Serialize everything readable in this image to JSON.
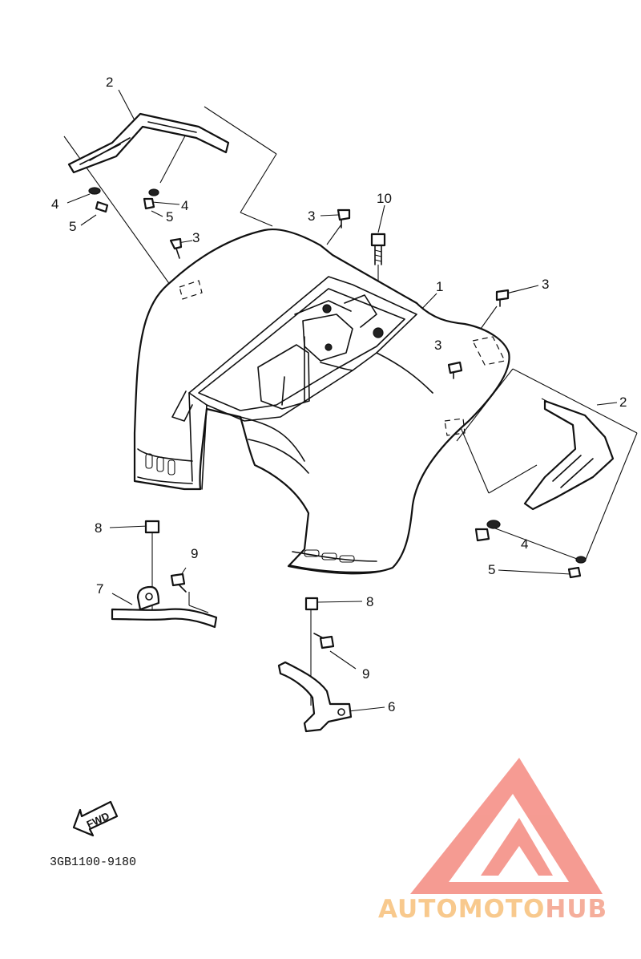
{
  "callouts": [
    {
      "id": "c-2a",
      "label": "2"
    },
    {
      "id": "c-4a",
      "label": "4"
    },
    {
      "id": "c-5a",
      "label": "5"
    },
    {
      "id": "c-4b",
      "label": "4"
    },
    {
      "id": "c-5b",
      "label": "5"
    },
    {
      "id": "c-3a",
      "label": "3"
    },
    {
      "id": "c-3b",
      "label": "3"
    },
    {
      "id": "c-10",
      "label": "10"
    },
    {
      "id": "c-1",
      "label": "1"
    },
    {
      "id": "c-3c",
      "label": "3"
    },
    {
      "id": "c-3d",
      "label": "3"
    },
    {
      "id": "c-2b",
      "label": "2"
    },
    {
      "id": "c-8a",
      "label": "8"
    },
    {
      "id": "c-9a",
      "label": "9"
    },
    {
      "id": "c-7",
      "label": "7"
    },
    {
      "id": "c-8b",
      "label": "8"
    },
    {
      "id": "c-4c",
      "label": "4"
    },
    {
      "id": "c-5c",
      "label": "5"
    },
    {
      "id": "c-9b",
      "label": "9"
    },
    {
      "id": "c-6",
      "label": "6"
    }
  ],
  "direction_marker": "FWD",
  "diagram_code": "3GB1100-9180",
  "watermark": {
    "text_part1": "AUTOMOTO",
    "text_part2": "HUB",
    "color_primary": "#f4a08a",
    "color_secondary": "#f7c07a",
    "color_triangle": "#f48a80"
  }
}
